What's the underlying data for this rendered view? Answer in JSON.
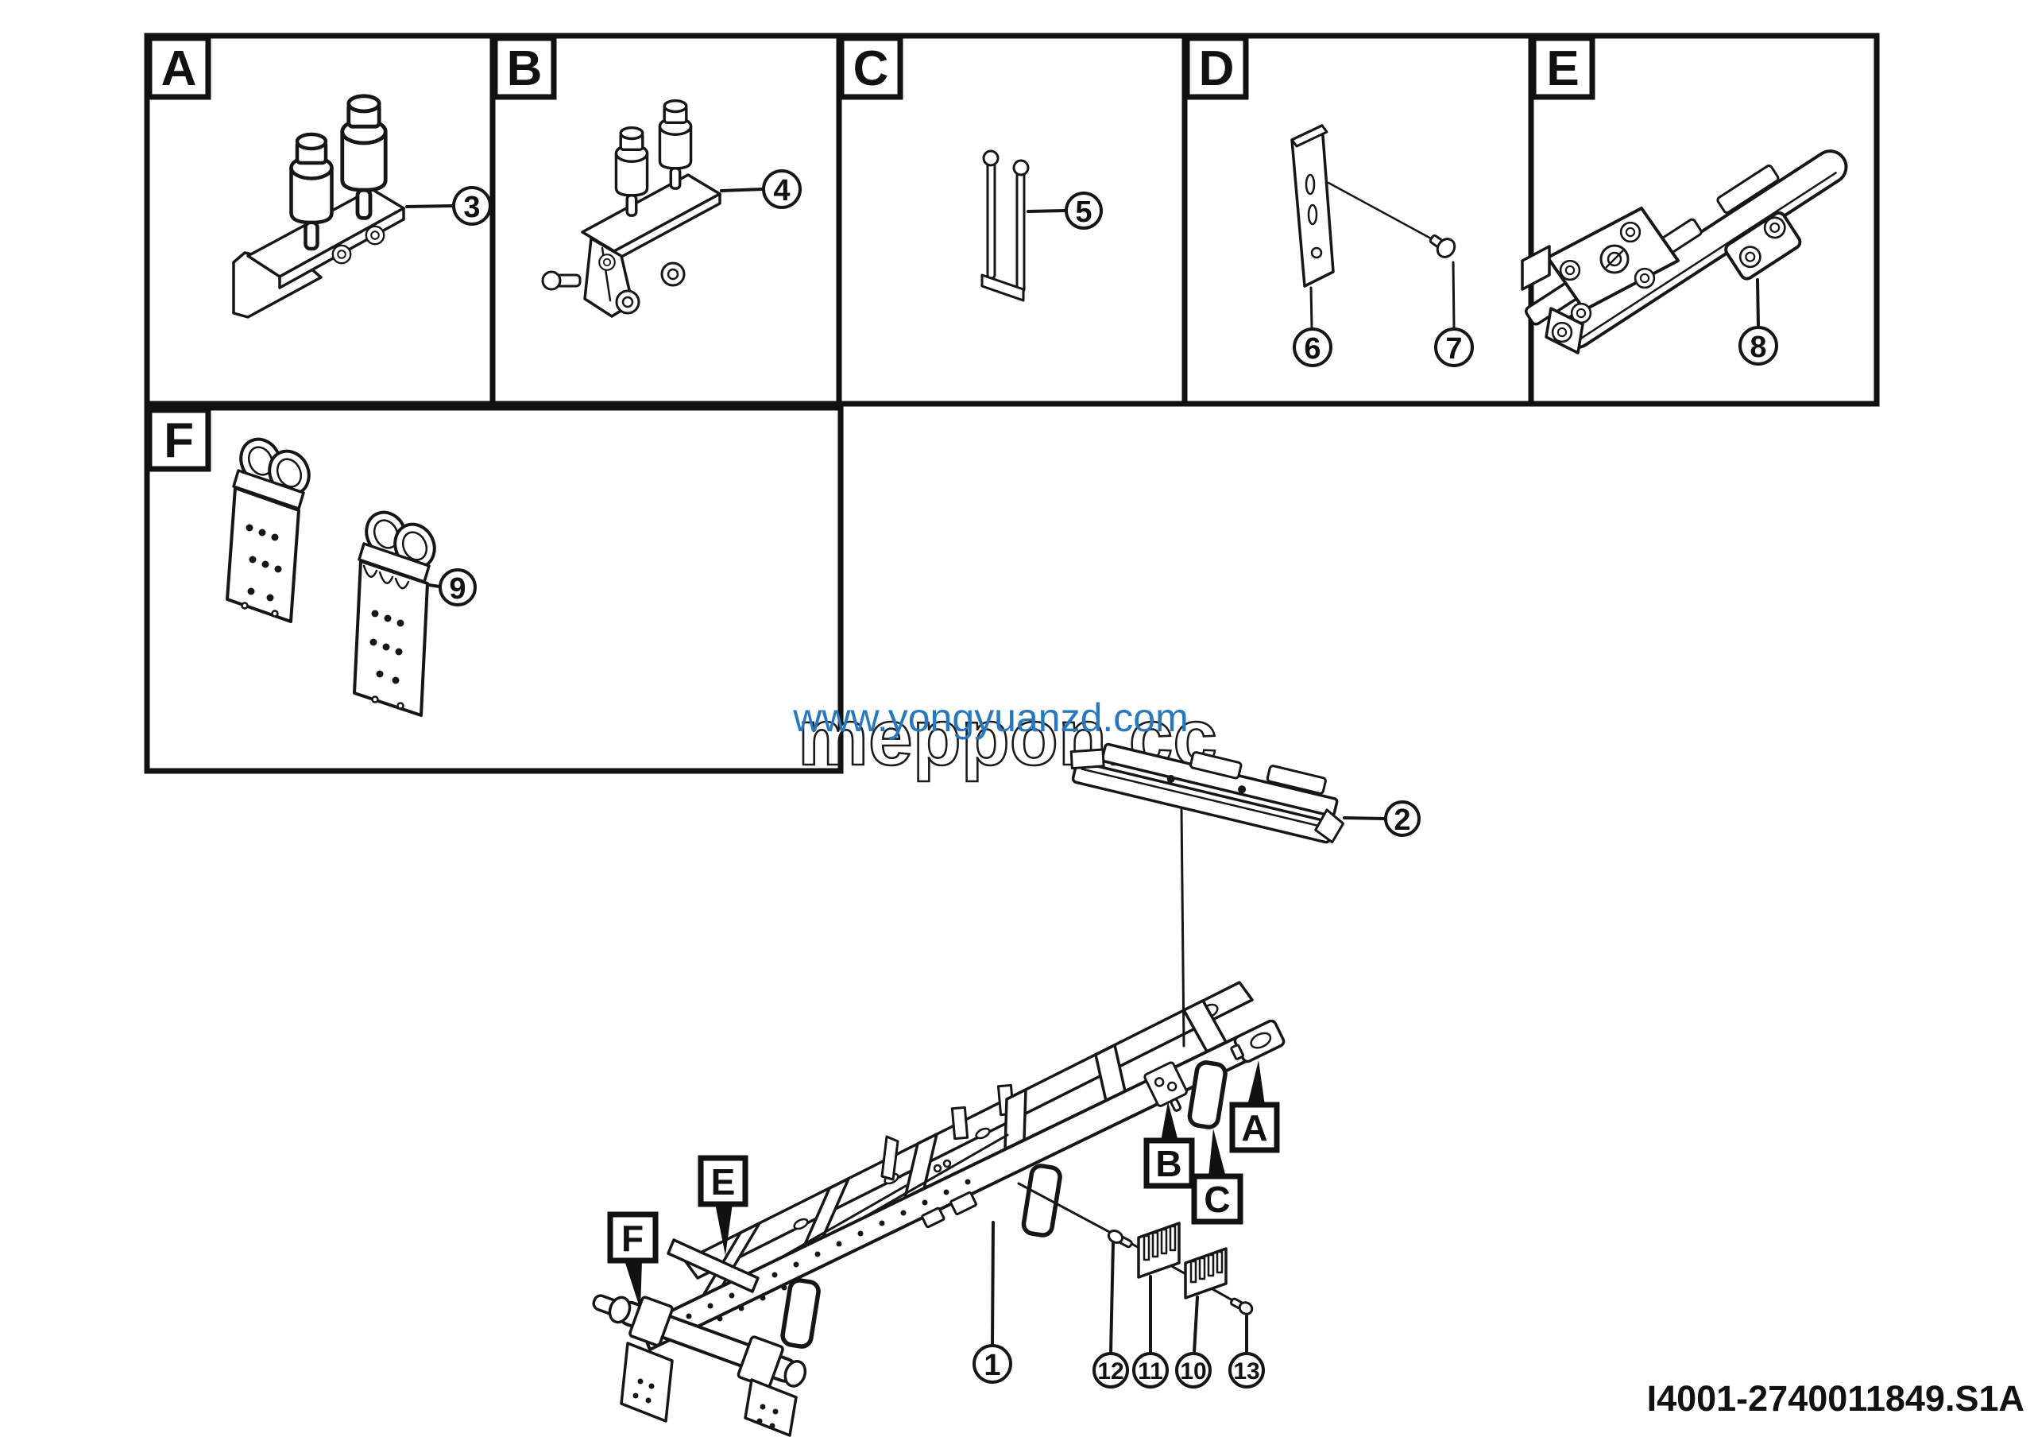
{
  "page": {
    "background": "#ffffff",
    "ink": "#161616"
  },
  "watermark": {
    "url": "www.yongyuanzd.com",
    "url_color": "#2878BE",
    "brand": "meppon.cc"
  },
  "drawing_number": "I4001-2740011849.S1A",
  "detail_panels": [
    {
      "letter": "A",
      "parts": [
        {
          "num": "3"
        }
      ]
    },
    {
      "letter": "B",
      "parts": [
        {
          "num": "4"
        }
      ]
    },
    {
      "letter": "C",
      "parts": [
        {
          "num": "5"
        }
      ]
    },
    {
      "letter": "D",
      "parts": [
        {
          "num": "6"
        },
        {
          "num": "7"
        }
      ]
    },
    {
      "letter": "E",
      "parts": [
        {
          "num": "8"
        }
      ]
    },
    {
      "letter": "F",
      "parts": [
        {
          "num": "9"
        }
      ]
    }
  ],
  "main_view": {
    "callouts": [
      {
        "num": "1"
      },
      {
        "num": "2"
      },
      {
        "num": "12"
      },
      {
        "num": "11"
      },
      {
        "num": "10"
      },
      {
        "num": "13"
      }
    ],
    "refs": [
      {
        "letter": "A"
      },
      {
        "letter": "B"
      },
      {
        "letter": "C"
      },
      {
        "letter": "E"
      },
      {
        "letter": "F"
      }
    ]
  }
}
